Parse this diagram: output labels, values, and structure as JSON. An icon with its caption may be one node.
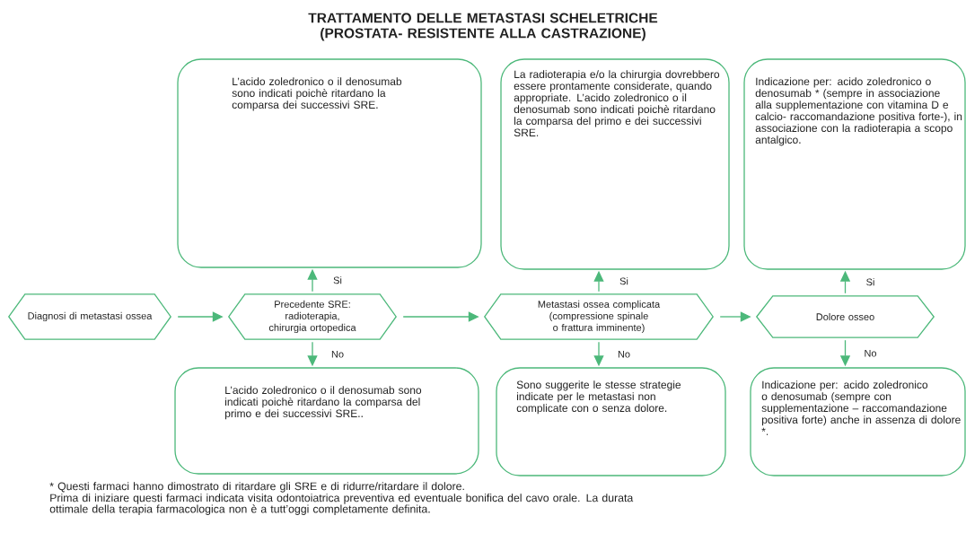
{
  "diagram": {
    "title": "TRATTAMENTO DELLE METASTASI SCHELETRICHE (PROSTATA- RESISTENTE ALLA CASTRAZIONE)",
    "nodes": [
      {
        "text": [
          "Diagnosi di metastasi ossea"
        ]
      },
      {
        "text": [
          "Precedente SRE: radioterapia, chirurgia ortopedica"
        ]
      },
      {
        "text": [
          "L’acido zoledronico o il denosumab sono indicati poichè ritardano la comparsa dei successivi SRE."
        ]
      },
      {
        "text": [
          "L’acido zoledronico o il denosumab sono indicati poichè ritardano la comparsa del primo e dei successivi SRE.."
        ]
      },
      {
        "text": [
          "Metastasi ossea complicata (compressione spinale o frattura imminente)"
        ]
      },
      {
        "text": [
          "La radioterapia e/o la chirurgia dovrebbero essere prontamente considerate, quando appropriate. L’acido zoledronico o il denosumab sono indicati poichè ritardano la comparsa del primo e dei successivi SRE."
        ]
      },
      {
        "text": [
          "Sono suggerite le stesse strategie indicate per le metastasi non complicate con o senza dolore."
        ]
      },
      {
        "text": [
          "Dolore osseo"
        ]
      },
      {
        "text": [
          "Indicazione per: acido zoledronico o denosumab * (sempre in associazione alla supplementazione con vitamina D e calcio- raccomandazione positiva forte-), in associazione con la radioterapia a scopo antalgico."
        ]
      },
      {
        "text": [
          "Indicazione per: acido zoledronico o denosumab (sempre con supplementazione – raccomandazione positiva forte) anche in assenza di dolore *."
        ]
      }
    ],
    "edges": [
      {
        "from": 0,
        "to": 1,
        "arrow": "to"
      },
      {
        "from": 1,
        "to": 2,
        "arrow": "to",
        "label": "Si"
      },
      {
        "from": 1,
        "to": 3,
        "arrow": "to",
        "label": "No"
      },
      {
        "from": 1,
        "to": 4,
        "arrow": "to"
      },
      {
        "from": 4,
        "to": 5,
        "arrow": "to",
        "label": "Si"
      },
      {
        "from": 4,
        "to": 6,
        "arrow": "to",
        "label": "No"
      },
      {
        "from": 4,
        "to": 7,
        "arrow": "to"
      },
      {
        "from": 7,
        "to": 8,
        "arrow": "to",
        "label": "Si"
      },
      {
        "from": 7,
        "to": 9,
        "arrow": "to",
        "label": "No"
      }
    ],
    "labels": [
      "* Questi farmaci hanno dimostrato di ritardare gli SRE e di ridurre/ritardare il dolore.",
      "Prima di iniziare questi farmaci indicata visita odontoiatrica preventiva ed eventuale bonifica del cavo orale. La durata ottimale della terapia farmacologica non è a tutt’oggi completamente definita."
    ]
  }
}
